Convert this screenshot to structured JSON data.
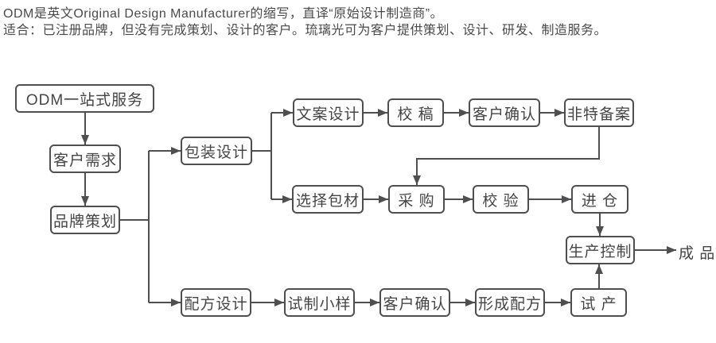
{
  "header": {
    "line1": "ODM是英文Original Design Manufacturer的缩写，直译“原始设计制造商”。",
    "line2": "适合：已注册品牌，但没有完成策划、设计的客户。琉璃光可为客户提供策划、设计、研发、制造服务。"
  },
  "flow": {
    "nodes": {
      "odm_service": "ODM一站式服务",
      "customer_needs": "客户需求",
      "brand_planning": "品牌策划",
      "packaging_design": "包装设计",
      "copy_design": "文案设计",
      "proofreading": "校 稿",
      "customer_confirm_pack": "客户确认",
      "special_filing": "非特备案",
      "select_materials": "选择包材",
      "purchase": "采 购",
      "check": "校 验",
      "warehouse": "进 仓",
      "production_control": "生产控制",
      "formula_design": "配方设计",
      "trial_sample": "试制小样",
      "customer_confirm_formula": "客户确认",
      "form_formula": "形成配方",
      "trial_production": "试 产",
      "finished_product": "成 品"
    },
    "colors": {
      "line": "#4f4f51",
      "text": "#454545"
    }
  }
}
